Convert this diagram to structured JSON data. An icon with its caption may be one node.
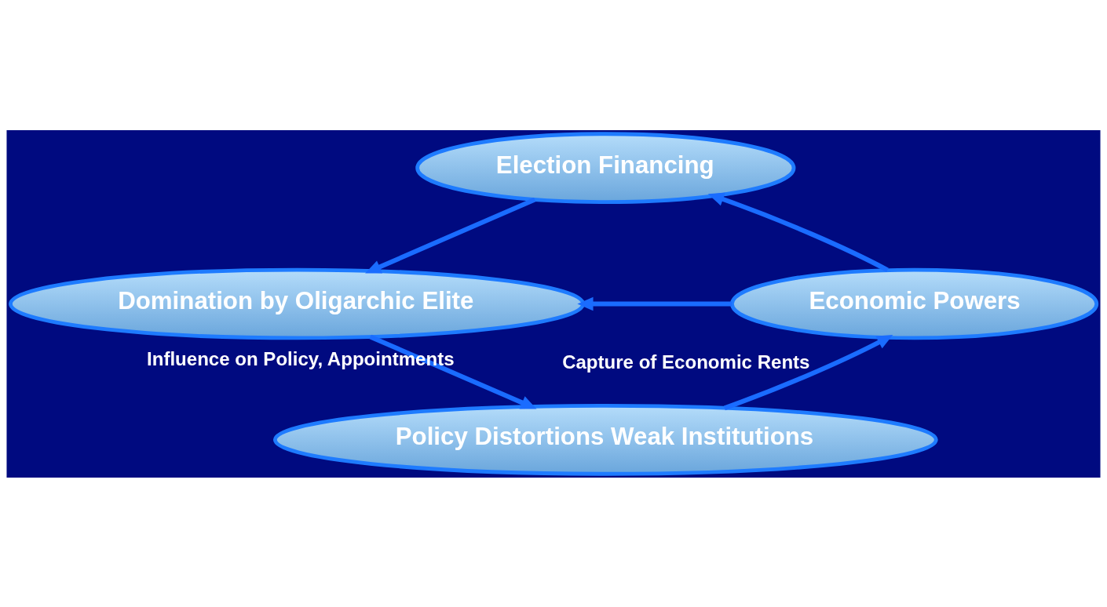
{
  "diagram": {
    "nodes": [
      {
        "text": [
          "Election Financing"
        ]
      },
      {
        "text": [
          "Domination by Oligarchic Elite"
        ]
      },
      {
        "text": [
          "Economic Powers"
        ]
      },
      {
        "text": [
          "Policy Distortions Weak Institutions"
        ]
      }
    ],
    "edges": [
      {
        "from": 0,
        "to": 1,
        "arrow": "to"
      },
      {
        "from": 2,
        "to": 1,
        "arrow": "to"
      },
      {
        "from": 1,
        "to": 3,
        "arrow": "to",
        "label": "Influence on Policy, Appointments"
      },
      {
        "from": 3,
        "to": 2,
        "arrow": "to",
        "label": "Capture of Economic Rents"
      },
      {
        "from": 2,
        "to": 0,
        "arrow": "to"
      }
    ]
  }
}
